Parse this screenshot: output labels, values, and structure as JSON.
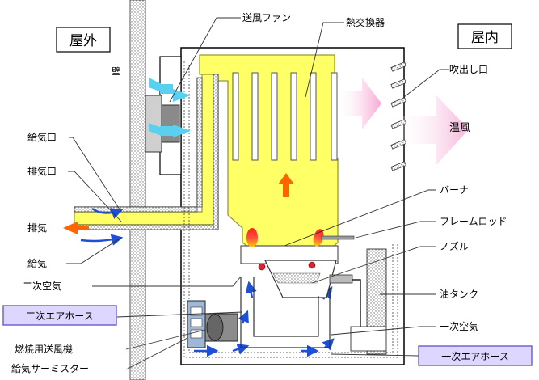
{
  "zones": {
    "outdoor": "屋外",
    "indoor": "屋内",
    "wall": "壁"
  },
  "labels": {
    "blower_fan": "送風ファン",
    "heat_exchanger": "熱交換器",
    "outlet": "吹出し口",
    "warm_air": "温風",
    "intake_port": "給気口",
    "exhaust_port": "排気口",
    "exhaust": "排気",
    "intake": "給気",
    "secondary_air": "二次空気",
    "secondary_air_hose": "二次エアホース",
    "combustion_blower": "燃焼用送風機",
    "intake_thermistor": "給気サーミスター",
    "burner": "バーナ",
    "flame_rod": "フレームロッド",
    "nozzle": "ノズル",
    "oil_tank": "油タンク",
    "primary_air": "一次空気",
    "primary_air_hose": "一次エアホース"
  },
  "colors": {
    "heat_exchanger": "#ffff66",
    "heat_exchanger_stroke": "#999933",
    "arrow_blue": "#1f4fd6",
    "arrow_orange": "#ff6600",
    "warm_air_pink": "#f7a6d2",
    "label_box_fill": "#ddd6ff",
    "label_box_stroke": "#6a5acd",
    "flame": "#ff5040",
    "fan_air": "#5ad0f0"
  }
}
